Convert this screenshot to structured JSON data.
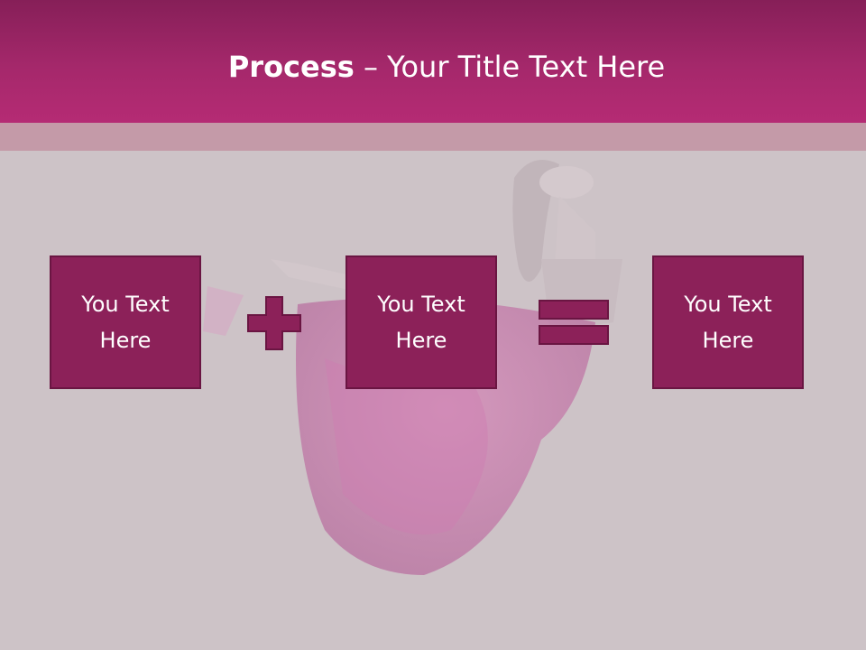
{
  "slide": {
    "title_bold": "Process",
    "title_rest": " – Your Title Text Here",
    "boxes": [
      "You Text Here",
      "You Text Here",
      "You Text Here"
    ],
    "plus_icon": "plus-icon",
    "equals_icon": "equals-icon",
    "background_image": "dancer-in-pink-tutu-photo",
    "colors": {
      "header": "#a5286b",
      "band": "#c49aa8",
      "box_fill": "#8c2159",
      "box_border": "#6a1542",
      "background": "#cec4c8"
    }
  }
}
